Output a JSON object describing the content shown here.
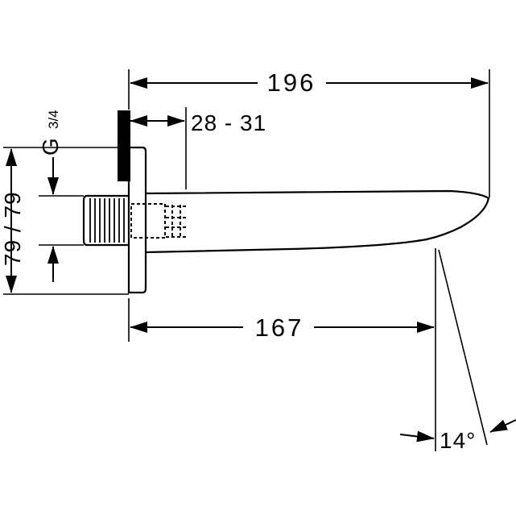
{
  "dimensions": {
    "overall_length": "196",
    "projection": "167",
    "wall_thickness": "28 - 31",
    "height": "79 / 79",
    "thread_letter": "G",
    "thread_size": "3/4",
    "angle": "14°"
  },
  "colors": {
    "line": "#000000",
    "background": "#ffffff"
  }
}
